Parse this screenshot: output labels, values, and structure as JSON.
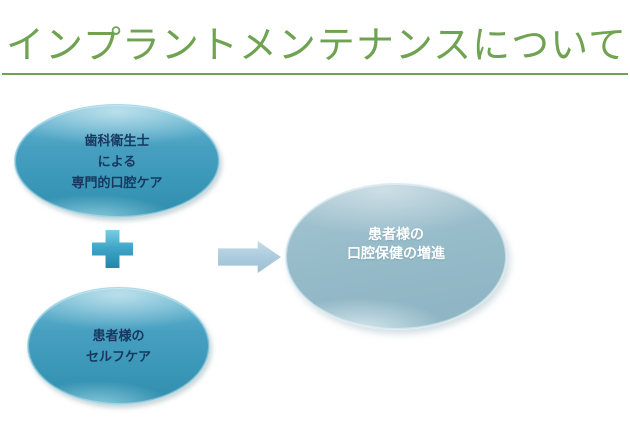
{
  "title": {
    "text": "インプラントメンテナンスについて",
    "color": "#6FA351",
    "underlined": true
  },
  "diagram": {
    "professional_care": {
      "lines": [
        "歯科衛生士",
        "による",
        "専門的口腔ケア"
      ],
      "fill": "#3F9FC0",
      "text_color": "#17375E"
    },
    "self_care": {
      "lines": [
        "患者様の",
        "セルフケア"
      ],
      "fill": "#3F9FC0",
      "text_color": "#17375E"
    },
    "outcome": {
      "lines": [
        "患者様の",
        "口腔保健の増進"
      ],
      "fill": "#93B8C6",
      "text_color": "#FFFFFF"
    },
    "operators": {
      "plus_color": "#2F93B6",
      "arrow_color": "#AECDE0"
    }
  }
}
